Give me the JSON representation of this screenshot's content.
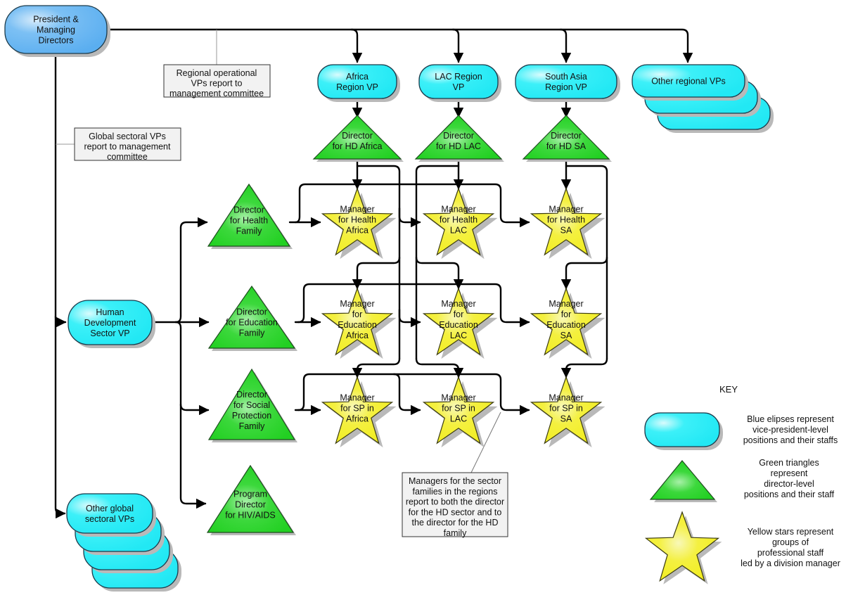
{
  "colors": {
    "president_fill": "#5aaef0",
    "vp_fill": "#22e8f4",
    "director_fill": "#22d022",
    "manager_fill": "#f2ee22",
    "connector": "#000000",
    "note_fill": "#f2f2f2"
  },
  "nodes": {
    "president": [
      "President &",
      "Managing",
      "Directors"
    ],
    "africa_vp": [
      "Africa",
      "Region VP"
    ],
    "lac_vp": [
      "LAC Region",
      "VP"
    ],
    "sa_vp": [
      "South Asia",
      "Region VP"
    ],
    "other_regional": [
      "Other regional VPs"
    ],
    "hd_vp": [
      "Human",
      "Development",
      "Sector VP"
    ],
    "other_global": [
      "Other global",
      "sectoral VPs"
    ],
    "dir_hd_africa": [
      "Director",
      "for HD Africa"
    ],
    "dir_hd_lac": [
      "Director",
      "for HD LAC"
    ],
    "dir_hd_sa": [
      "Director",
      "for HD SA"
    ],
    "dir_health": [
      "Director",
      "for Health",
      "Family"
    ],
    "dir_education": [
      "Director",
      "for Education",
      "Family"
    ],
    "dir_sp": [
      "Director",
      "for Social",
      "Protection",
      "Family"
    ],
    "dir_hiv": [
      "Program",
      "Director",
      "for HIV/AIDS"
    ],
    "mgr_health_africa": [
      "Manager",
      "for Health",
      "Africa"
    ],
    "mgr_health_lac": [
      "Manager",
      "for Health",
      "LAC"
    ],
    "mgr_health_sa": [
      "Manager",
      "for Health",
      "SA"
    ],
    "mgr_edu_africa": [
      "Manager",
      "for",
      "Education",
      "Africa"
    ],
    "mgr_edu_lac": [
      "Manager",
      "for",
      "Education",
      "LAC"
    ],
    "mgr_edu_sa": [
      "Manager",
      "for",
      "Education",
      "SA"
    ],
    "mgr_sp_africa": [
      "Manager",
      "for SP in",
      "Africa"
    ],
    "mgr_sp_lac": [
      "Manager",
      "for SP in",
      "LAC"
    ],
    "mgr_sp_sa": [
      "Manager",
      "for SP in",
      "SA"
    ]
  },
  "notes": {
    "regional": [
      "Regional operational",
      "VPs report to",
      "management committee"
    ],
    "global": [
      "Global sectoral VPs",
      "report to management",
      "committee"
    ],
    "managers": [
      "Managers for the sector",
      "families in the regions",
      "report to both the director",
      "for the HD sector and to",
      "the director for the HD",
      "family"
    ]
  },
  "key": {
    "title": "KEY",
    "items": [
      {
        "icon": "blue-ellipse-icon",
        "text": [
          "Blue elipses represent",
          "vice-president-level",
          "positions and their staffs"
        ]
      },
      {
        "icon": "green-triangle-icon",
        "text": [
          "Green triangles",
          "represent",
          "director-level",
          "positions and their staff"
        ]
      },
      {
        "icon": "yellow-star-icon",
        "text": [
          "Yellow stars represent",
          "groups of",
          "professional staff",
          "led by a division manager"
        ]
      }
    ]
  }
}
